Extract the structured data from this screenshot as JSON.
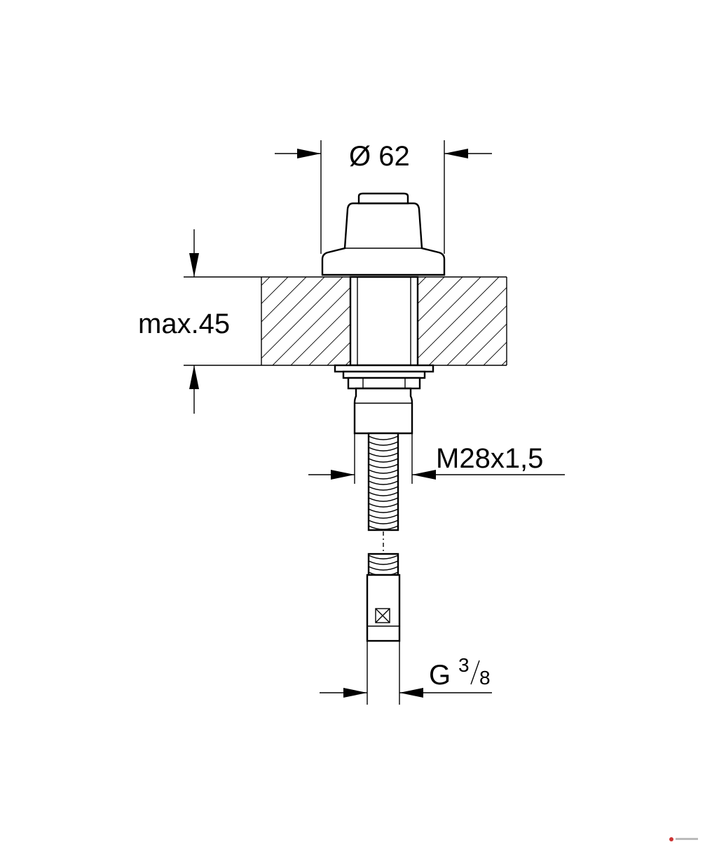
{
  "dimensions": {
    "diameter": "Ø 62",
    "thickness": "max.45",
    "thread": "M28x1,5",
    "connection_letter": "G",
    "connection_num": "3",
    "connection_den": "8"
  },
  "colors": {
    "line": "#000000",
    "background": "#ffffff",
    "watermark": "#cc3333"
  }
}
